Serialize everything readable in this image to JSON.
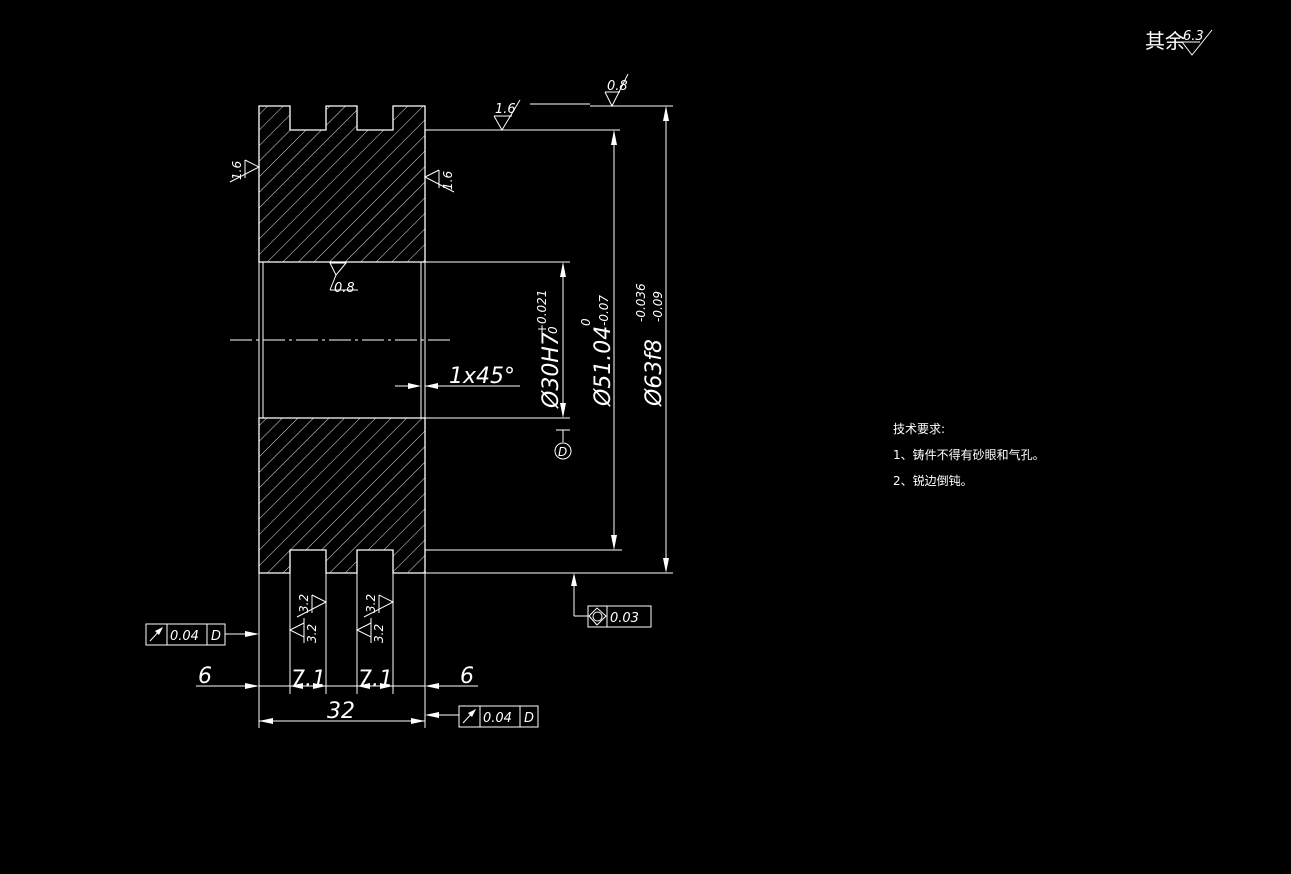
{
  "default_roughness": {
    "label": "其余",
    "value": "6.3"
  },
  "roughness": {
    "top_face": "0.8",
    "groove_top": "1.6",
    "left_face": "1.6",
    "right_face": "1.6",
    "bore": "0.8",
    "groove1_a": "3.2",
    "groove1_b": "3.2",
    "groove2_a": "3.2",
    "groove2_b": "3.2"
  },
  "dimensions": {
    "bore": "Ø30H7",
    "bore_tol_upper": "+0.021",
    "bore_tol_lower": "0",
    "groove_dia": "Ø51.04",
    "groove_tol_upper": "0",
    "groove_tol_lower": "-0.07",
    "outer_dia": "Ø63f8",
    "outer_tol_upper": "-0.036",
    "outer_tol_lower": "-0.09",
    "chamfer": "1x45°",
    "left_margin": "6",
    "groove_width_1": "7.1",
    "groove_width_2": "7.1",
    "right_margin": "6",
    "total_width": "32"
  },
  "datum": {
    "letter": "D"
  },
  "tolerance_frames": [
    {
      "symbol": "runout",
      "value": "0.04",
      "datum": "D"
    },
    {
      "symbol": "roundness",
      "value": "0.03"
    },
    {
      "symbol": "runout",
      "value": "0.04",
      "datum": "D"
    }
  ],
  "technical_requirements": {
    "title": "技术要求:",
    "items": [
      "1、铸件不得有砂眼和气孔。",
      "2、锐边倒钝。"
    ]
  }
}
